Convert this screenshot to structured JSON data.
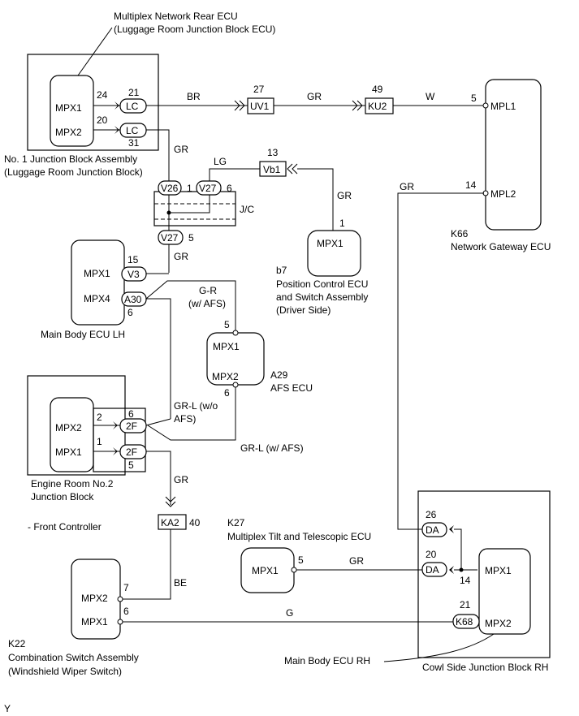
{
  "labels": {
    "rear_ecu_title": "Multiplex Network Rear ECU",
    "rear_ecu_sub": "(Luggage Room Junction Block ECU)",
    "jb1_title": "No. 1 Junction Block Assembly",
    "jb1_sub": "(Luggage Room Junction Block)",
    "jc": "J/C",
    "main_body_lh": "Main Body ECU LH",
    "engine_room_1": "Engine Room No.2",
    "engine_room_2": "Junction Block",
    "front_controller": "- Front Controller",
    "k22": "K22",
    "comb_switch_1": "Combination Switch Assembly",
    "comb_switch_2": "(Windshield Wiper Switch)",
    "b7": "b7",
    "position_1": "Position Control ECU",
    "position_2": "and Switch Assembly",
    "position_3": "(Driver Side)",
    "a29": "A29",
    "afs_ecu": "AFS ECU",
    "k66": "K66",
    "gateway": "Network Gateway ECU",
    "k27": "K27",
    "tilt": "Multiplex Tilt and Telescopic ECU",
    "main_body_rh": "Main Body ECU RH",
    "cowl": "Cowl Side Junction Block RH",
    "corner": "Y"
  },
  "pins": {
    "mpx1": "MPX1",
    "mpx2": "MPX2",
    "mpx4": "MPX4",
    "mpl1": "MPL1",
    "mpl2": "MPL2"
  },
  "connectors": {
    "lc": "LC",
    "uv1": "UV1",
    "ku2": "KU2",
    "v26": "V26",
    "v27": "V27",
    "vb1": "Vb1",
    "v3": "V3",
    "a30": "A30",
    "f2": "2F",
    "ka2": "KA2",
    "da": "DA",
    "k68": "K68"
  },
  "wires": {
    "br": "BR",
    "gr": "GR",
    "w": "W",
    "lg": "LG",
    "g_r": "G-R",
    "w_afs": "(w/ AFS)",
    "gr_l_wo": "GR-L (w/o",
    "afs_close": "AFS)",
    "gr_l_w": "GR-L (w/ AFS)",
    "be": "BE",
    "g": "G"
  },
  "numbers": {
    "n1": "1",
    "n2": "2",
    "n5": "5",
    "n6": "6",
    "n13": "13",
    "n14": "14",
    "n15": "15",
    "n20": "20",
    "n21": "21",
    "n24": "24",
    "n26": "26",
    "n27": "27",
    "n31": "31",
    "n40": "40",
    "n49": "49",
    "n7": "7"
  }
}
